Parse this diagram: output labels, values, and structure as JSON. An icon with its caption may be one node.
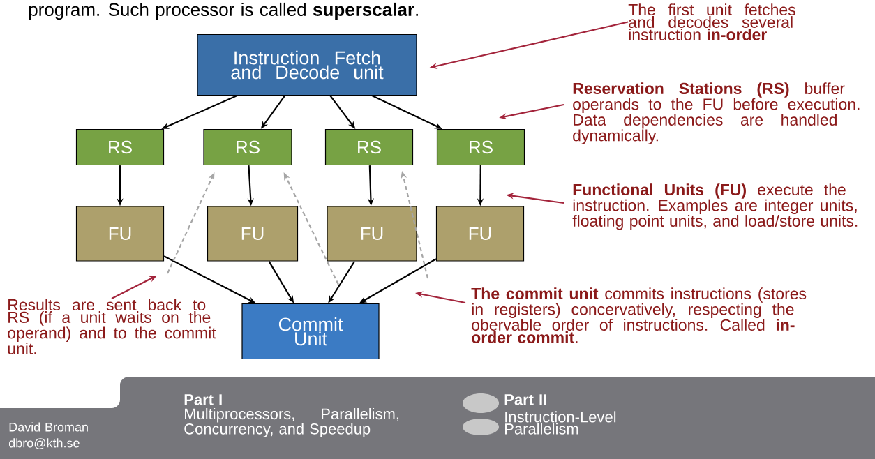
{
  "diagram": {
    "nodes": [
      {
        "text": [
          "Instruction Fetch and Decode unit"
        ]
      },
      {
        "text": [
          "RS"
        ]
      },
      {
        "text": [
          "RS"
        ]
      },
      {
        "text": [
          "RS"
        ]
      },
      {
        "text": [
          "RS"
        ]
      },
      {
        "text": [
          "FU"
        ]
      },
      {
        "text": [
          "FU"
        ]
      },
      {
        "text": [
          "FU"
        ]
      },
      {
        "text": [
          "FU"
        ]
      },
      {
        "text": [
          "Commit Unit"
        ]
      },
      {
        "text": [
          "The first unit fetches and decodes several instruction **in-order**"
        ]
      },
      {
        "text": [
          "**Reservation Stations (RS)** buffer operands to the FU before execution. Data dependencies are handled dynamically."
        ]
      },
      {
        "text": [
          "**Functional Units (FU)**  execute the instruction. Examples are integer units, floating point units, and load/store units."
        ]
      },
      {
        "text": [
          "Results are sent back to RS (if a unit waits on the operand) and to the commit unit."
        ]
      },
      {
        "text": [
          "**The commit unit** commits instructions (stores in registers) concervatively, respecting the obervable order of instructions. Called **in-order commit**."
        ]
      }
    ],
    "edges": [
      {
        "from": 0,
        "to": 1,
        "arrow": "to"
      },
      {
        "from": 0,
        "to": 2,
        "arrow": "to"
      },
      {
        "from": 0,
        "to": 3,
        "arrow": "to"
      },
      {
        "from": 0,
        "to": 4,
        "arrow": "to"
      },
      {
        "from": 1,
        "to": 5,
        "arrow": "to"
      },
      {
        "from": 2,
        "to": 6,
        "arrow": "to"
      },
      {
        "from": 3,
        "to": 7,
        "arrow": "to"
      },
      {
        "from": 4,
        "to": 8,
        "arrow": "to"
      },
      {
        "from": 5,
        "to": 9,
        "arrow": "to"
      },
      {
        "from": 6,
        "to": 9,
        "arrow": "to"
      },
      {
        "from": 7,
        "to": 9,
        "arrow": "to"
      },
      {
        "from": 8,
        "to": 9,
        "arrow": "to"
      },
      {
        "from": null,
        "to": 2,
        "arrow": "to",
        "style": "dashed",
        "color": "#a6a6a6"
      },
      {
        "from": null,
        "to": 2,
        "arrow": "to",
        "style": "dashed",
        "color": "#a6a6a6"
      },
      {
        "from": null,
        "to": 3,
        "arrow": "to",
        "style": "dashed",
        "color": "#a6a6a6"
      },
      {
        "from": 10,
        "to": 0,
        "arrow": "to",
        "color": "#a3243b"
      },
      {
        "from": 11,
        "to": 4,
        "arrow": "to",
        "color": "#a3243b"
      },
      {
        "from": 12,
        "to": 8,
        "arrow": "to",
        "color": "#a3243b"
      },
      {
        "from": 13,
        "to": null,
        "arrow": "to",
        "color": "#a3243b"
      },
      {
        "from": 14,
        "to": null,
        "arrow": "to",
        "color": "#a3243b"
      }
    ],
    "labels": [
      "program. Such processor is called **superscalar**.",
      "Part I",
      "Multiprocessors, Parallelism, Concurrency, and Speedup",
      "Part II",
      "Instruction-Level Parallelism",
      "David Broman",
      "dbro@kth.se"
    ]
  }
}
